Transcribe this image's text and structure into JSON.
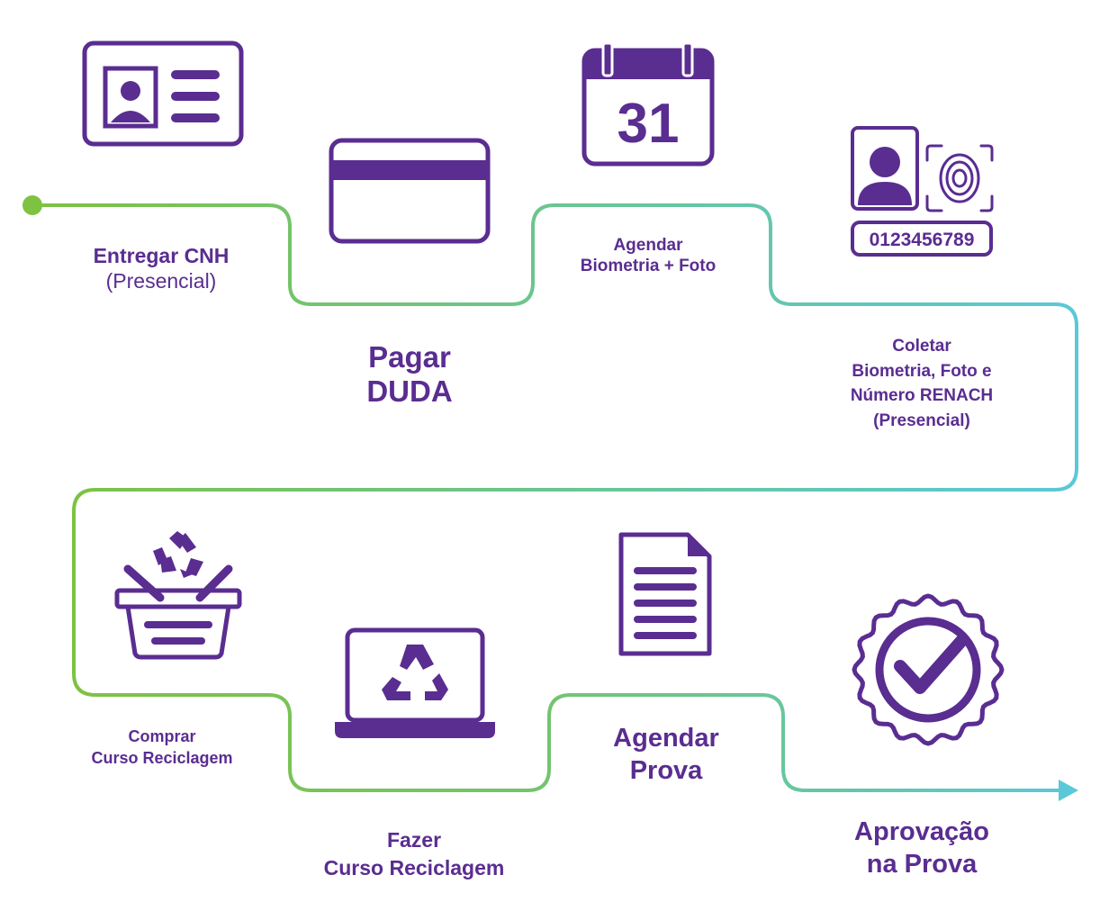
{
  "colors": {
    "purple": "#5a2d91",
    "path_green": "#7ec242",
    "path_teal": "#5bc8d8"
  },
  "icons": [
    "id-card-icon",
    "credit-card-icon",
    "calendar-icon",
    "biometric-id-icon",
    "recycle-basket-icon",
    "recycle-laptop-icon",
    "document-icon",
    "approval-badge-icon"
  ],
  "calendar": {
    "day": "31"
  },
  "biometric": {
    "number": "0123456789"
  },
  "steps": [
    {
      "line1": "Entregar CNH",
      "line2": "(Presencial)"
    },
    {
      "line1": "Pagar",
      "line2": "DUDA"
    },
    {
      "line1": "Agendar",
      "line2": "Biometria + Foto"
    },
    {
      "line1": "Coletar",
      "line2": "Biometria, Foto e",
      "line3": "Número RENACH",
      "line4": "(Presencial)"
    },
    {
      "line1": "Comprar",
      "line2": "Curso Reciclagem"
    },
    {
      "line1": "Fazer",
      "line2": "Curso Reciclagem"
    },
    {
      "line1": "Agendar",
      "line2": "Prova"
    },
    {
      "line1": "Aprovação",
      "line2": "na Prova"
    }
  ]
}
